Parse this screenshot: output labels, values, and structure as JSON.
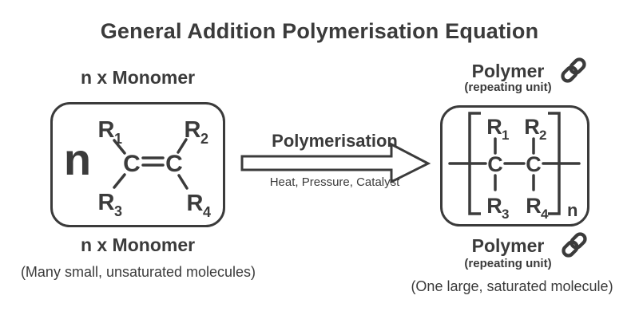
{
  "colors": {
    "ink": "#3b3b3b",
    "background": "#ffffff"
  },
  "title": "General Addition Polymerisation Equation",
  "monomer": {
    "label_top": "n x Monomer",
    "label_bottom": "n x Monomer",
    "caption": "(Many small, unsaturated molecules)",
    "coefficient": "n",
    "atoms": {
      "c_left": "C",
      "c_right": "C"
    },
    "substituents": [
      {
        "main": "R",
        "sub": "1"
      },
      {
        "main": "R",
        "sub": "2"
      },
      {
        "main": "R",
        "sub": "3"
      },
      {
        "main": "R",
        "sub": "4"
      }
    ]
  },
  "reaction": {
    "label": "Polymerisation",
    "conditions": "Heat, Pressure, Catalyst"
  },
  "polymer": {
    "label_top": "Polymer",
    "sublabel_top": "(repeating unit)",
    "label_bottom": "Polymer",
    "sublabel_bottom": "(repeating unit)",
    "caption": "(One large, saturated molecule)",
    "repeat_subscript": "n",
    "atoms": {
      "c_left": "C",
      "c_right": "C"
    },
    "substituents": [
      {
        "main": "R",
        "sub": "1"
      },
      {
        "main": "R",
        "sub": "2"
      },
      {
        "main": "R",
        "sub": "3"
      },
      {
        "main": "R",
        "sub": "4"
      }
    ]
  },
  "icons": {
    "chain_link": "chain-link"
  }
}
